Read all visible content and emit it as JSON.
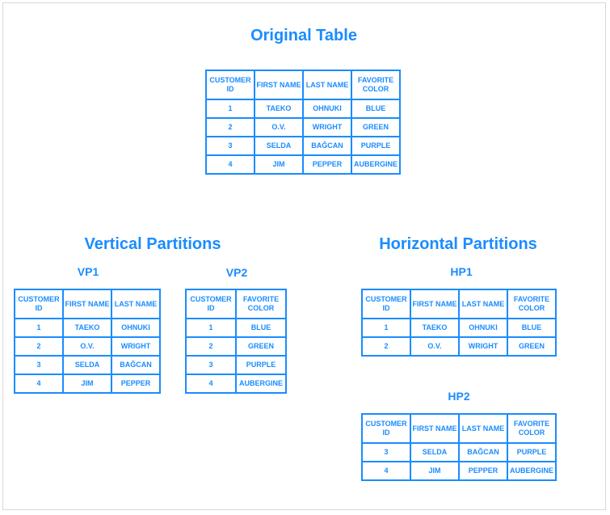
{
  "original": {
    "title": "Original Table",
    "headers": [
      "CUSTOMER ID",
      "FIRST NAME",
      "LAST NAME",
      "FAVORITE COLOR"
    ],
    "rows": [
      [
        "1",
        "TAEKO",
        "OHNUKI",
        "BLUE"
      ],
      [
        "2",
        "O.V.",
        "WRIGHT",
        "GREEN"
      ],
      [
        "3",
        "SELDA",
        "BAĞCAN",
        "PURPLE"
      ],
      [
        "4",
        "JIM",
        "PEPPER",
        "AUBERGINE"
      ]
    ]
  },
  "vertical": {
    "title": "Vertical Partitions",
    "vp1": {
      "label": "VP1",
      "headers": [
        "CUSTOMER ID",
        "FIRST NAME",
        "LAST NAME"
      ],
      "rows": [
        [
          "1",
          "TAEKO",
          "OHNUKI"
        ],
        [
          "2",
          "O.V.",
          "WRIGHT"
        ],
        [
          "3",
          "SELDA",
          "BAĞCAN"
        ],
        [
          "4",
          "JIM",
          "PEPPER"
        ]
      ]
    },
    "vp2": {
      "label": "VP2",
      "headers": [
        "CUSTOMER ID",
        "FAVORITE COLOR"
      ],
      "rows": [
        [
          "1",
          "BLUE"
        ],
        [
          "2",
          "GREEN"
        ],
        [
          "3",
          "PURPLE"
        ],
        [
          "4",
          "AUBERGINE"
        ]
      ]
    }
  },
  "horizontal": {
    "title": "Horizontal Partitions",
    "hp1": {
      "label": "HP1",
      "headers": [
        "CUSTOMER ID",
        "FIRST NAME",
        "LAST NAME",
        "FAVORITE COLOR"
      ],
      "rows": [
        [
          "1",
          "TAEKO",
          "OHNUKI",
          "BLUE"
        ],
        [
          "2",
          "O.V.",
          "WRIGHT",
          "GREEN"
        ]
      ]
    },
    "hp2": {
      "label": "HP2",
      "headers": [
        "CUSTOMER ID",
        "FIRST NAME",
        "LAST NAME",
        "FAVORITE COLOR"
      ],
      "rows": [
        [
          "3",
          "SELDA",
          "BAĞCAN",
          "PURPLE"
        ],
        [
          "4",
          "JIM",
          "PEPPER",
          "AUBERGINE"
        ]
      ]
    }
  },
  "colors": {
    "accent": "#1a8cff",
    "frame_border": "#d9d9d9",
    "background": "#ffffff"
  }
}
